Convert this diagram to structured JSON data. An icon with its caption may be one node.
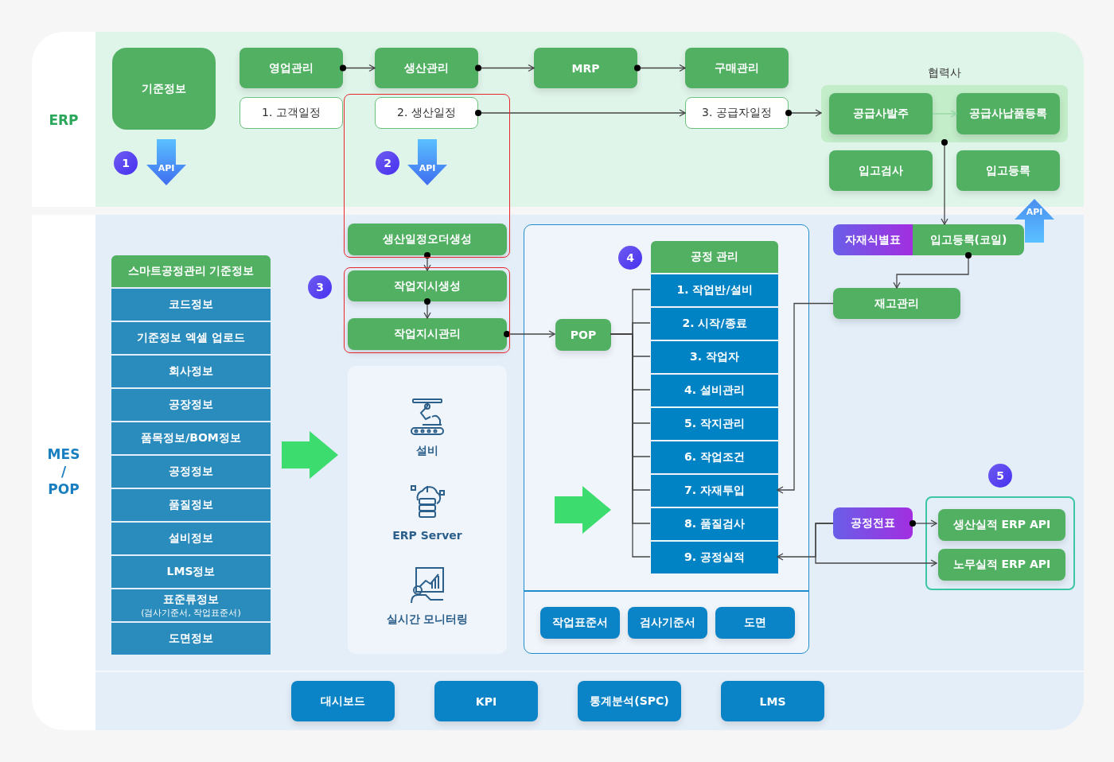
{
  "diagram": {
    "nodes": [
      {
        "text": [
          "ERP"
        ]
      },
      {
        "text": [
          "MES / POP"
        ]
      },
      {
        "text": [
          "기준정보"
        ],
        "in": 0
      },
      {
        "text": [
          "영업관리"
        ],
        "in": 0
      },
      {
        "text": [
          "생산관리"
        ],
        "in": 0
      },
      {
        "text": [
          "MRP"
        ],
        "in": 0
      },
      {
        "text": [
          "구매관리"
        ],
        "in": 0
      },
      {
        "text": [
          "1. 고객일정"
        ],
        "in": 0
      },
      {
        "text": [
          "2. 생산일정"
        ],
        "in": 0
      },
      {
        "text": [
          "3. 공급자일정"
        ],
        "in": 0
      },
      {
        "text": [
          "협력사"
        ],
        "in": 0
      },
      {
        "text": [
          "공급사발주"
        ],
        "in": 10
      },
      {
        "text": [
          "공급사납품등록"
        ],
        "in": 10
      },
      {
        "text": [
          "입고검사"
        ],
        "in": 0
      },
      {
        "text": [
          "입고등록"
        ],
        "in": 0
      },
      {
        "text": [
          "생산일정오더생성"
        ],
        "in": 1
      },
      {
        "text": [
          "작업지시생성"
        ],
        "in": 1
      },
      {
        "text": [
          "작업지시관리"
        ],
        "in": 1
      },
      {
        "text": [],
        "shape": "box",
        "in": 1
      },
      {
        "text": [
          "스마트공정관리 기준정보"
        ],
        "in": 18
      },
      {
        "text": [
          "코드정보"
        ],
        "in": 18
      },
      {
        "text": [
          "기준정보 엑셀 업로드"
        ],
        "in": 18
      },
      {
        "text": [
          "회사정보"
        ],
        "in": 18
      },
      {
        "text": [
          "공장정보"
        ],
        "in": 18
      },
      {
        "text": [
          "품목정보/BOM정보"
        ],
        "in": 18
      },
      {
        "text": [
          "공정정보"
        ],
        "in": 18
      },
      {
        "text": [
          "품질정보"
        ],
        "in": 18
      },
      {
        "text": [
          "설비정보"
        ],
        "in": 18
      },
      {
        "text": [
          "LMS정보"
        ],
        "in": 18
      },
      {
        "text": [
          "표준류정보",
          "(검사기준서, 작업표준서)"
        ],
        "in": 18
      },
      {
        "text": [
          "도면정보"
        ],
        "in": 18
      },
      {
        "text": [],
        "shape": "box",
        "in": 1
      },
      {
        "text": [
          "설비"
        ],
        "in": 31
      },
      {
        "text": [
          "ERP Server"
        ],
        "in": 31
      },
      {
        "text": [
          "실시간 모니터링"
        ],
        "in": 31
      },
      {
        "text": [],
        "shape": "box",
        "in": 1
      },
      {
        "text": [
          "POP"
        ],
        "in": 35
      },
      {
        "text": [
          "공정 관리"
        ],
        "in": 35
      },
      {
        "text": [
          "1. 작업반/설비"
        ],
        "in": 35
      },
      {
        "text": [
          "2. 시작/종료"
        ],
        "in": 35
      },
      {
        "text": [
          "3. 작업자"
        ],
        "in": 35
      },
      {
        "text": [
          "4. 설비관리"
        ],
        "in": 35
      },
      {
        "text": [
          "5. 작지관리"
        ],
        "in": 35
      },
      {
        "text": [
          "6. 작업조건"
        ],
        "in": 35
      },
      {
        "text": [
          "7. 자재투입"
        ],
        "in": 35
      },
      {
        "text": [
          "8. 품질검사"
        ],
        "in": 35
      },
      {
        "text": [
          "9. 공정실적"
        ],
        "in": 35
      },
      {
        "text": [
          "작업표준서"
        ],
        "in": 35
      },
      {
        "text": [
          "검사기준서"
        ],
        "in": 35
      },
      {
        "text": [
          "도면"
        ],
        "in": 35
      },
      {
        "text": [
          "자재식별표"
        ],
        "in": 1
      },
      {
        "text": [
          "입고등록(코일)"
        ],
        "in": 1
      },
      {
        "text": [
          "재고관리"
        ],
        "in": 1
      },
      {
        "text": [
          "공정전표"
        ],
        "in": 1
      },
      {
        "text": [],
        "shape": "box",
        "in": 1
      },
      {
        "text": [
          "생산실적 ERP API"
        ],
        "in": 54
      },
      {
        "text": [
          "노무실적 ERP API"
        ],
        "in": 54
      },
      {
        "text": [
          "대시보드"
        ],
        "in": 1
      },
      {
        "text": [
          "KPI"
        ],
        "in": 1
      },
      {
        "text": [
          "통계분석(SPC)"
        ],
        "in": 1
      },
      {
        "text": [
          "LMS"
        ],
        "in": 1
      }
    ],
    "edges": [
      {
        "from": 3,
        "to": 4,
        "arrow": "to"
      },
      {
        "from": 4,
        "to": 5,
        "arrow": "to"
      },
      {
        "from": 5,
        "to": 6,
        "arrow": "to"
      },
      {
        "from": 8,
        "to": 9,
        "arrow": "to"
      },
      {
        "from": 9,
        "to": 10,
        "arrow": "to"
      },
      {
        "from": 11,
        "to": 12,
        "arrow": "to",
        "color": "#8fd6a0"
      },
      {
        "from": 10,
        "to": 51,
        "arrow": "to"
      },
      {
        "from": 51,
        "to": 52,
        "arrow": "to"
      },
      {
        "from": 15,
        "to": 16,
        "arrow": "to"
      },
      {
        "from": 16,
        "to": 17,
        "arrow": "to"
      },
      {
        "from": 17,
        "to": 36,
        "arrow": "to"
      },
      {
        "from": 36,
        "to": 38,
        "arrow": "none"
      },
      {
        "from": 36,
        "to": 39,
        "arrow": "none"
      },
      {
        "from": 36,
        "to": 40,
        "arrow": "none"
      },
      {
        "from": 36,
        "to": 41,
        "arrow": "none"
      },
      {
        "from": 36,
        "to": 42,
        "arrow": "none"
      },
      {
        "from": 36,
        "to": 43,
        "arrow": "none"
      },
      {
        "from": 36,
        "to": 44,
        "arrow": "none"
      },
      {
        "from": 36,
        "to": 45,
        "arrow": "none"
      },
      {
        "from": 36,
        "to": 46,
        "arrow": "none"
      },
      {
        "from": 52,
        "to": 44,
        "arrow": "to"
      },
      {
        "from": 53,
        "to": 55,
        "arrow": "to"
      },
      {
        "from": 53,
        "to": 56,
        "arrow": "to"
      },
      {
        "from": 53,
        "to": 46,
        "arrow": "to"
      },
      {
        "from": 18,
        "to": 31,
        "arrow": "to",
        "style": "thick",
        "color": "#3ddc6f"
      },
      {
        "from": 31,
        "to": 35,
        "arrow": "to",
        "style": "thick",
        "color": "#3ddc6f"
      },
      {
        "from": 51,
        "to": 14,
        "arrow": "to",
        "style": "thick",
        "color": "#4a8ff2",
        "label": "API"
      }
    ],
    "labels": [
      "1",
      "API",
      "2",
      "API",
      "3",
      "4",
      "5"
    ]
  }
}
